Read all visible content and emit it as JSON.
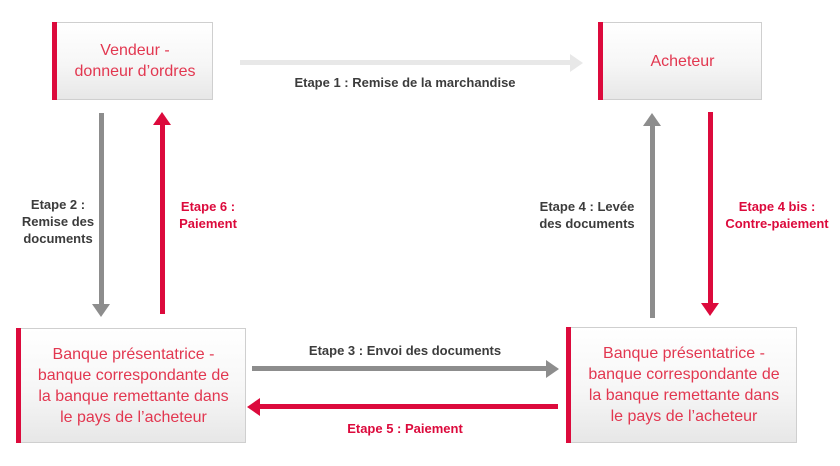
{
  "colors": {
    "accent_red": "#dc0a3c",
    "box_text_red": "#e23750",
    "arrow_gray": "#8d8d8d",
    "arrow_light_gray": "#e8e8e8",
    "label_dark": "#3c3c3c"
  },
  "boxes": {
    "vendeur": "Vendeur -\ndonneur d’ordres",
    "acheteur": "Acheteur",
    "banque_gauche": "Banque présentatrice -\nbanque correspondante de\nla banque remettante dans\nle pays de l’acheteur",
    "banque_droite": "Banque présentatrice -\nbanque correspondante de\nla banque remettante dans\nle pays de l’acheteur"
  },
  "steps": {
    "etape1": "Etape 1 : Remise de la marchandise",
    "etape2": "Etape 2 :\nRemise des\ndocuments",
    "etape3": "Etape 3 : Envoi des documents",
    "etape4": "Etape 4 : Levée\ndes documents",
    "etape4bis": "Etape 4 bis :\nContre-paiement",
    "etape5": "Etape 5 : Paiement",
    "etape6": "Etape 6 :\nPaiement"
  }
}
